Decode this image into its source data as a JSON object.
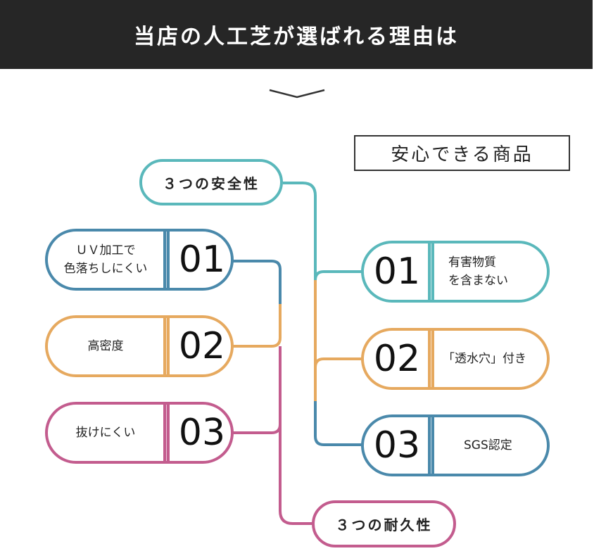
{
  "header": {
    "title": "当店の人工芝が選ばれる理由は"
  },
  "section_label": "安心できる商品",
  "colors": {
    "teal": "#5ab8bb",
    "blue": "#4a89ab",
    "orange": "#e6a95f",
    "magenta": "#c35c8e",
    "banner": "#262626"
  },
  "safety": {
    "title": "３つの安全性",
    "items": [
      {
        "num": "01",
        "text": [
          "有害物質",
          "を含まない"
        ]
      },
      {
        "num": "02",
        "text": [
          "「透水穴」付き"
        ]
      },
      {
        "num": "03",
        "text": [
          "SGS認定"
        ]
      }
    ]
  },
  "durability": {
    "title": "３つの耐久性",
    "items": [
      {
        "num": "01",
        "text": [
          "ＵＶ加工で",
          "色落ちしにくい"
        ]
      },
      {
        "num": "02",
        "text": [
          "高密度"
        ]
      },
      {
        "num": "03",
        "text": [
          "抜けにくい"
        ]
      }
    ]
  }
}
